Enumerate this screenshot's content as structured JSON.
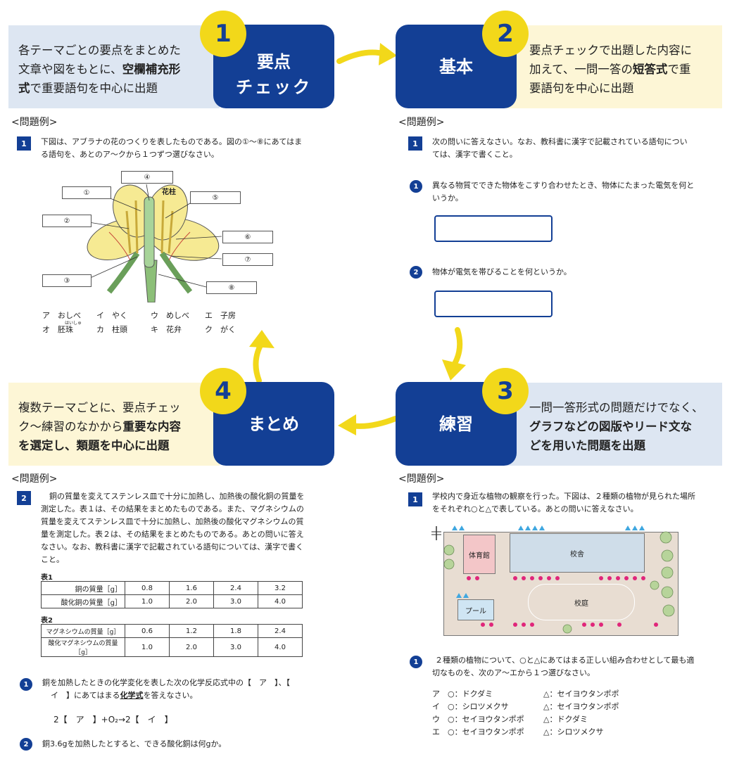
{
  "sections": {
    "s1": {
      "num": "1",
      "title_line1": "要点",
      "title_line2": "チェック",
      "desc_a": "各テーマごとの要点をまとめた",
      "desc_b": "文章や図をもとに、",
      "desc_b_bold": "空欄補充形",
      "desc_c_bold": "式",
      "desc_c": "で重要語句を中心に出題"
    },
    "s2": {
      "num": "2",
      "title": "基本",
      "desc_a": "要点チェックで出題した内容に",
      "desc_b": "加えて、一問一答の",
      "desc_b_bold": "短答式",
      "desc_b2": "で重",
      "desc_c": "要語句を中心に出題"
    },
    "s3": {
      "num": "3",
      "title": "練習",
      "desc_a": "一問一答形式の問題だけでなく、",
      "desc_b_bold": "グラフなどの図版やリード文な",
      "desc_c_bold": "どを用いた問題を出題"
    },
    "s4": {
      "num": "4",
      "title": "まとめ",
      "desc_a": "複数テーマごとに、要点チェッ",
      "desc_b": "ク〜練習のなかから",
      "desc_b_bold": "重要な内容",
      "desc_c_bold": "を選定し、類題を中心に出題"
    }
  },
  "example_label": "<問題例>",
  "q1": {
    "num": "1",
    "line1": "下図は、アブラナの花のつくりを表したものである。図の①〜⑧にあてはま",
    "line2": "る語句を、あとのア〜クから１つずつ選びなさい。",
    "labels": [
      "①",
      "②",
      "③",
      "④",
      "⑤",
      "⑥",
      "⑦",
      "⑧"
    ],
    "pistil_label": "花柱",
    "choices_row1": "ア　おしべ　　イ　やく　　　ウ　めしべ　　エ　子房",
    "choices_row2": "オ　胚珠　　　カ　柱頭　　　キ　花弁　　　ク　がく",
    "ruby": "はいしゅ"
  },
  "q2": {
    "num": "1",
    "line1": "次の問いに答えなさい。なお、教科書に漢字で記載されている語句につい",
    "line2": "ては、漢字で書くこと。",
    "sub1_num": "1",
    "sub1_line1": "異なる物質でできた物体をこすり合わせたとき、物体にたまった電気を何と",
    "sub1_line2": "いうか。",
    "sub2_num": "2",
    "sub2_line1": "物体が電気を帯びることを何というか。"
  },
  "q3": {
    "num": "1",
    "line1": "学校内で身近な植物の観察を行った。下図は、２種類の植物が見られた場所",
    "line2": "をそれぞれ○と△で表している。あとの問いに答えなさい。",
    "map": {
      "gym": "体育館",
      "school": "校舎",
      "yard": "校庭",
      "pool": "プール"
    },
    "sub1_num": "1",
    "sub1_line1": "２種類の植物について、○と△にあてはまる正しい組み合わせとして最も適",
    "sub1_line2": "切なものを、次のア〜エから１つ選びなさい。",
    "choices": [
      "ア　○：ドクダミ",
      "イ　○：シロツメクサ",
      "ウ　○：セイヨウタンポポ",
      "エ　○：セイヨウタンポポ"
    ],
    "choices_b": [
      "△：セイヨウタンポポ",
      "△：セイヨウタンポポ",
      "△：ドクダミ",
      "△：シロツメクサ"
    ]
  },
  "q4": {
    "num": "2",
    "line1": "銅の質量を変えてステンレス皿で十分に加熱し、加熱後の酸化銅の質量を",
    "line2": "測定した。表１は、その結果をまとめたものである。また、マグネシウムの",
    "line3": "質量を変えてステンレス皿で十分に加熱し、加熱後の酸化マグネシウムの質",
    "line4": "量を測定した。表２は、その結果をまとめたものである。あとの問いに答え",
    "line5": "なさい。なお、教科書に漢字で記載されている語句については、漢字で書く",
    "line6": "こと。",
    "table1_label": "表1",
    "table1": [
      [
        "銅の質量［g］",
        "0.8",
        "1.6",
        "2.4",
        "3.2"
      ],
      [
        "酸化銅の質量［g］",
        "1.0",
        "2.0",
        "3.0",
        "4.0"
      ]
    ],
    "table2_label": "表2",
    "table2": [
      [
        "マグネシウムの質量［g］",
        "0.6",
        "1.2",
        "1.8",
        "2.4"
      ],
      [
        "酸化マグネシウムの質量［g］",
        "1.0",
        "2.0",
        "3.0",
        "4.0"
      ]
    ],
    "sub1_num": "1",
    "sub1_line1": "銅を加熱したときの化学変化を表した次の化学反応式中の【　ア　】、【",
    "sub1_line2a": "イ　】にあてはまる",
    "sub1_line2b": "化学式",
    "sub1_line2c": "を答えなさい。",
    "equation": "2【　ア　】+O₂→2【　イ　】",
    "sub2_num": "2",
    "sub2_line1": "銅3.6gを加熱したとすると、できる酸化銅は何gか。"
  },
  "colors": {
    "navy": "#133f95",
    "yellow": "#f2d81a",
    "bg_blue": "#dde6f2",
    "bg_yellow": "#fdf6d6"
  }
}
